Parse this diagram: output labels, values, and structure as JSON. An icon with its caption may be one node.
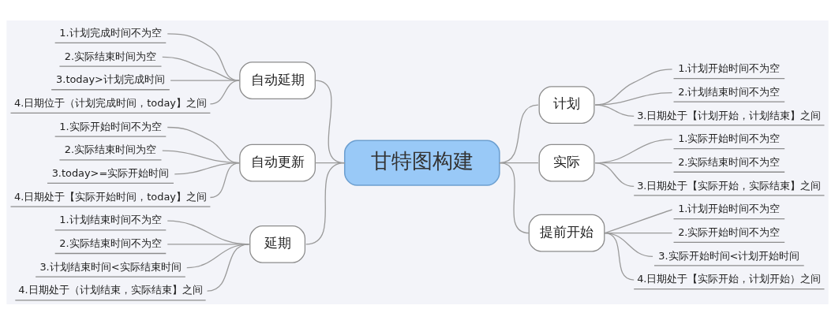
{
  "diagram": {
    "nodes": [
      {
        "text": [
          "甘特图构建"
        ]
      },
      {
        "text": [
          "自动延期"
        ]
      },
      {
        "text": [
          "1.计划完成时间不为空"
        ]
      },
      {
        "text": [
          "2.实际结束时间为空"
        ]
      },
      {
        "text": [
          "3.today>计划完成时间"
        ]
      },
      {
        "text": [
          "4.日期位于（计划完成时间，today】之间"
        ]
      },
      {
        "text": [
          "自动更新"
        ]
      },
      {
        "text": [
          "1.实际开始时间不为空"
        ]
      },
      {
        "text": [
          "2.实际结束时间为空"
        ]
      },
      {
        "text": [
          "3.today>=实际开始时间"
        ]
      },
      {
        "text": [
          "4.日期处于【实际开始时间，today】之间"
        ]
      },
      {
        "text": [
          "延期"
        ]
      },
      {
        "text": [
          "1.计划结束时间不为空"
        ]
      },
      {
        "text": [
          "2.实际结束时间不为空"
        ]
      },
      {
        "text": [
          "3.计划结束时间<实际结束时间"
        ]
      },
      {
        "text": [
          "4.日期处于（计划结束，实际结束】之间"
        ]
      },
      {
        "text": [
          "计划"
        ]
      },
      {
        "text": [
          "1.计划开始时间不为空"
        ]
      },
      {
        "text": [
          "2.计划结束时间不为空"
        ]
      },
      {
        "text": [
          "3.日期处于【计划开始，计划结束】之间"
        ]
      },
      {
        "text": [
          "实际"
        ]
      },
      {
        "text": [
          "1.实际开始时间不为空"
        ]
      },
      {
        "text": [
          "2.实际结束时间不为空"
        ]
      },
      {
        "text": [
          "3.日期处于【实际开始，实际结束】之间"
        ]
      },
      {
        "text": [
          "提前开始"
        ]
      },
      {
        "text": [
          "1.计划开始时间不为空"
        ]
      },
      {
        "text": [
          "2.实际开始时间不为空"
        ]
      },
      {
        "text": [
          "3.实际开始时间<计划开始时间"
        ]
      },
      {
        "text": [
          "4.日期处于【实际开始，计划开始）之间"
        ]
      }
    ],
    "edges": [
      {
        "from": 1,
        "to": 0,
        "arrow": "none"
      },
      {
        "from": 2,
        "to": 1,
        "arrow": "none"
      },
      {
        "from": 3,
        "to": 1,
        "arrow": "none"
      },
      {
        "from": 4,
        "to": 1,
        "arrow": "none"
      },
      {
        "from": 5,
        "to": 1,
        "arrow": "none"
      },
      {
        "from": 6,
        "to": 0,
        "arrow": "none"
      },
      {
        "from": 7,
        "to": 6,
        "arrow": "none"
      },
      {
        "from": 8,
        "to": 6,
        "arrow": "none"
      },
      {
        "from": 9,
        "to": 6,
        "arrow": "none"
      },
      {
        "from": 10,
        "to": 6,
        "arrow": "none"
      },
      {
        "from": 11,
        "to": 0,
        "arrow": "none"
      },
      {
        "from": 12,
        "to": 11,
        "arrow": "none"
      },
      {
        "from": 13,
        "to": 11,
        "arrow": "none"
      },
      {
        "from": 14,
        "to": 11,
        "arrow": "none"
      },
      {
        "from": 15,
        "to": 11,
        "arrow": "none"
      },
      {
        "from": 0,
        "to": 16,
        "arrow": "none"
      },
      {
        "from": 16,
        "to": 17,
        "arrow": "none"
      },
      {
        "from": 16,
        "to": 18,
        "arrow": "none"
      },
      {
        "from": 16,
        "to": 19,
        "arrow": "none"
      },
      {
        "from": 0,
        "to": 20,
        "arrow": "none"
      },
      {
        "from": 20,
        "to": 21,
        "arrow": "none"
      },
      {
        "from": 20,
        "to": 22,
        "arrow": "none"
      },
      {
        "from": 20,
        "to": 23,
        "arrow": "none"
      },
      {
        "from": 0,
        "to": 24,
        "arrow": "none"
      },
      {
        "from": 24,
        "to": 25,
        "arrow": "none"
      },
      {
        "from": 24,
        "to": 26,
        "arrow": "none"
      },
      {
        "from": 24,
        "to": 27,
        "arrow": "none"
      },
      {
        "from": 24,
        "to": 28,
        "arrow": "none"
      }
    ]
  }
}
